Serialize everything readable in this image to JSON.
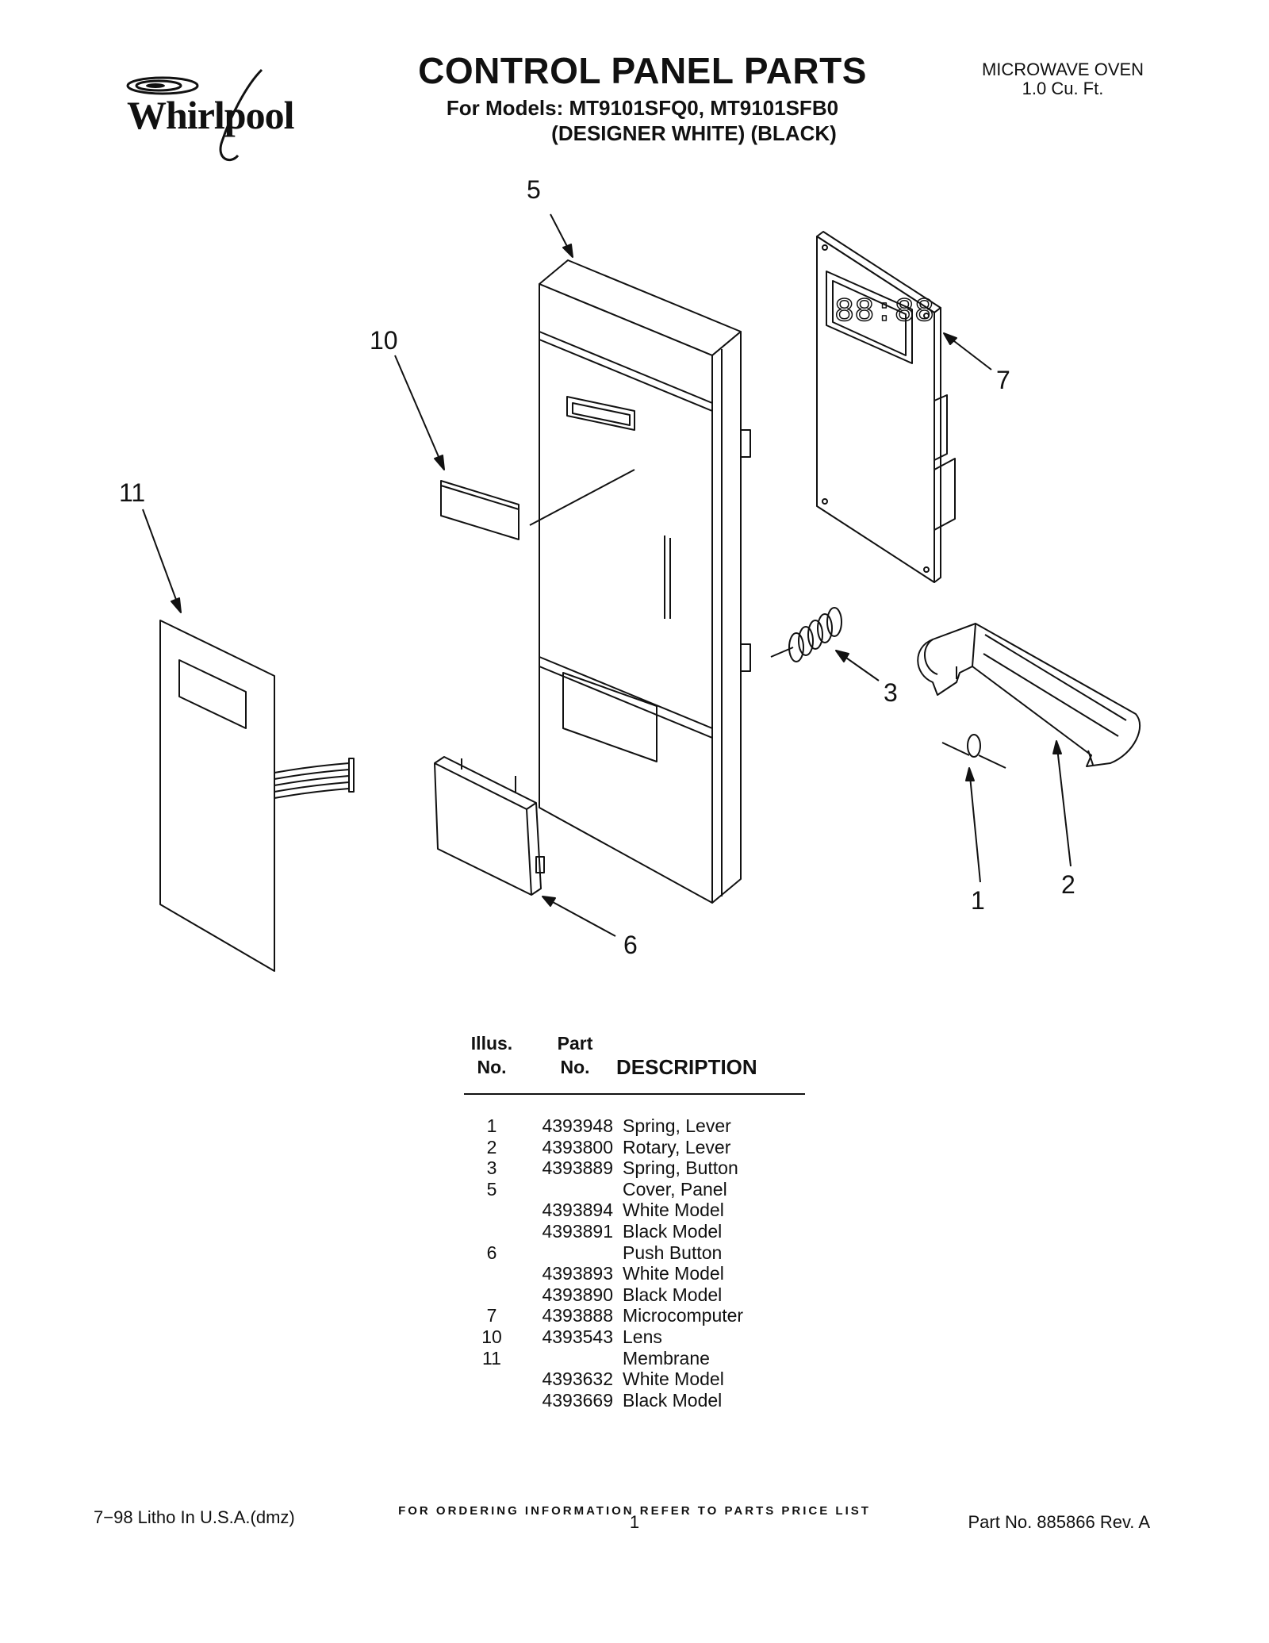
{
  "header": {
    "brand": "Whirlpool",
    "title": "CONTROL PANEL PARTS",
    "subtitle_line1": "For Models: MT9101SFQ0, MT9101SFB0",
    "subtitle_line2": "(DESIGNER WHITE)  (BLACK)",
    "product": "MICROWAVE OVEN",
    "capacity": "1.0 Cu. Ft."
  },
  "callouts": {
    "c1": "1",
    "c2": "2",
    "c3": "3",
    "c5": "5",
    "c6": "6",
    "c7": "7",
    "c10": "10",
    "c11": "11"
  },
  "table": {
    "head_illus_1": "Illus.",
    "head_illus_2": "No.",
    "head_part_1": "Part",
    "head_part_2": "No.",
    "head_desc": "DESCRIPTION",
    "rows": [
      {
        "no": "1",
        "part": "4393948",
        "desc": "Spring, Lever"
      },
      {
        "no": "2",
        "part": "4393800",
        "desc": "Rotary, Lever"
      },
      {
        "no": "3",
        "part": "4393889",
        "desc": "Spring, Button"
      },
      {
        "no": "5",
        "part": "",
        "desc": "Cover, Panel"
      },
      {
        "no": "",
        "part": "4393894",
        "desc": "White Model"
      },
      {
        "no": "",
        "part": "4393891",
        "desc": "Black Model"
      },
      {
        "no": "6",
        "part": "",
        "desc": "Push Button"
      },
      {
        "no": "",
        "part": "4393893",
        "desc": "White Model"
      },
      {
        "no": "",
        "part": "4393890",
        "desc": "Black Model"
      },
      {
        "no": "7",
        "part": "4393888",
        "desc": "Microcomputer"
      },
      {
        "no": "10",
        "part": "4393543",
        "desc": "Lens"
      },
      {
        "no": "11",
        "part": "",
        "desc": "Membrane"
      },
      {
        "no": "",
        "part": "4393632",
        "desc": "White Model"
      },
      {
        "no": "",
        "part": "4393669",
        "desc": "Black Model"
      }
    ]
  },
  "footer": {
    "ordering": "FOR ORDERING INFORMATION REFER TO PARTS PRICE LIST",
    "litho": "7−98 Litho In U.S.A.(dmz)",
    "page": "1",
    "part_no": "Part No. 885866 Rev. A"
  }
}
